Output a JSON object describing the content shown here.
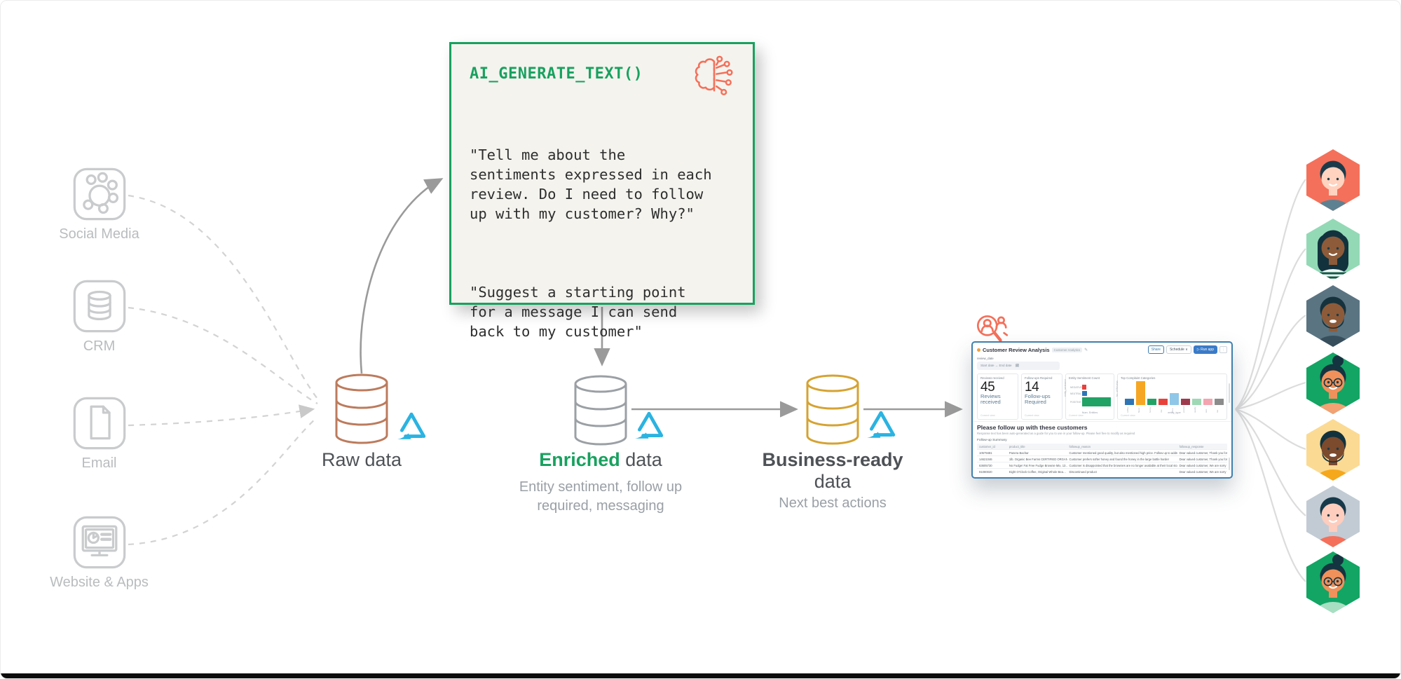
{
  "colors": {
    "green": "#18A15F",
    "coral": "#F4705A",
    "teal_logo": "#2BB3E1",
    "raw_cylinder": "#BC7B5C",
    "enriched_cylinder": "#9BA0A5",
    "business_cylinder": "#D5A333",
    "wire_solid": "#9A9A9A",
    "wire_dashed": "#D3D3D3",
    "fan": "#DCDCDC",
    "box_bg": "#F4F3EE"
  },
  "sources": [
    {
      "label": "Social Media",
      "icon": "social-media-icon"
    },
    {
      "label": "CRM",
      "icon": "crm-database-icon"
    },
    {
      "label": "Email",
      "icon": "email-document-icon"
    },
    {
      "label": "Website & Apps",
      "icon": "website-apps-icon"
    }
  ],
  "raw": {
    "label": "Raw data"
  },
  "ai_box": {
    "title": "AI_GENERATE_TEXT()",
    "para1": "\"Tell me about the\nsentiments expressed in each\nreview. Do I need to follow\nup with my customer? Why?\"",
    "para2": "\"Suggest a starting point\nfor a message I can send\nback to my customer\"",
    "icon": "ai-brain-circuit-icon"
  },
  "enriched": {
    "label_highlight": "Enriched",
    "label_rest": " data",
    "subtitle": "Entity sentiment, follow up\nrequired, messaging"
  },
  "business": {
    "label_line1": "Business-ready",
    "label_line2": "data",
    "subtitle": "Next best actions"
  },
  "dashboard": {
    "title": "Customer Review Analysis",
    "badge": "Customer Analytics",
    "pencil": "✎",
    "buttons": {
      "share": "Share",
      "schedule": "Schedule ∨",
      "run": "▷ Run app",
      "more": "⋮"
    },
    "filter": {
      "label": "review_date",
      "value": "Start date   →   End date",
      "calendar_icon": "🗓"
    },
    "cards": [
      {
        "header": "Reviews received",
        "metric": "45",
        "label": "Reviews received",
        "footer": "Current view"
      },
      {
        "header": "Follow-ups Required",
        "metric": "14",
        "label": "Follow-ups Required",
        "footer": "Current view"
      },
      {
        "header": "Entity Sentiment Count",
        "footer": "Current view"
      },
      {
        "header": "Top Complaint Categories",
        "footer": "Current view"
      }
    ],
    "follow_up": {
      "heading": "Please follow up with these customers",
      "subtitle": "Response text has been auto-generated as a guide for you to use in your follow-up. Please feel free to modify as required",
      "table_label": "Follow-up Summary",
      "columns": [
        "customer_id",
        "product_title",
        "followup_reason",
        "followup_response"
      ],
      "rows": [
        [
          "10579481",
          "Panera Bachar",
          "Customer mentioned good quality, but also mentioned high price. Follow up to address pricing concerns.",
          "Dear valued customer, Thank you for bringing…"
        ],
        [
          "14621046",
          "1lb. Organic Bee Farms CERTIFIED ORGANIC…",
          "Customer prefers softer honey and found the honey in the large bottle harder",
          "Dear valued customer, Thank you for bringing…"
        ],
        [
          "63605730",
          "No Fudge! Fat Free Fudge Brownie Mix, 13…",
          "Customer is disappointed that the brownies are no longer available at their local stores",
          "Dear valued customer, We are sorry to hear tha…"
        ],
        [
          "91080020",
          "Eight O'Clock Coffee, Original Whole Bea…",
          "Discontinued product",
          "Dear valued customer, We are sorry to hear tha…"
        ]
      ]
    }
  },
  "chart_data": [
    {
      "type": "bar",
      "orientation": "horizontal",
      "title": "Entity Sentiment Count",
      "categories": [
        "NEGATIVE",
        "NEUTRAL",
        "POSITIVE"
      ],
      "values": [
        5,
        6,
        34
      ],
      "colors": [
        "#E8413C",
        "#2E75B6",
        "#21A366"
      ],
      "xlabel": "Num. Entities",
      "ylabel": "entity_sentiment",
      "xlim": [
        0,
        35
      ]
    },
    {
      "type": "bar",
      "title": "Top Complaint Categories",
      "categories": [
        "coffee",
        "flavor",
        "honey",
        "mix",
        "price",
        "product",
        "quality",
        "size",
        "tea"
      ],
      "values": [
        1,
        4,
        1,
        1,
        2,
        1,
        1,
        1,
        1
      ],
      "colors": [
        "#2E75B6",
        "#F5A623",
        "#21A366",
        "#E8413C",
        "#8FC7E8",
        "#9E3A4D",
        "#9FD8B4",
        "#F4A3B0",
        "#8C8C8C"
      ],
      "xlabel": "entity_type",
      "ylabel": "No. of Reviews",
      "ylim": [
        0,
        4
      ]
    }
  ],
  "avatars": [
    {
      "bg": "#F4705A",
      "skin": "#FFD3BF",
      "hair": "#1C3B4A",
      "shirt": "#5E8191",
      "beard": false,
      "glasses": false,
      "bun": false,
      "long_hair": false
    },
    {
      "bg": "#93D9B6",
      "skin": "#8D5B39",
      "hair": "#12323E",
      "shirt": "#EDf7F1",
      "beard": false,
      "glasses": false,
      "bun": false,
      "long_hair": true
    },
    {
      "bg": "#5A7482",
      "skin": "#8D5B39",
      "hair": "#16323C",
      "shirt": "#374F5C",
      "beard": true,
      "glasses": false,
      "bun": false,
      "long_hair": false
    },
    {
      "bg": "#12A564",
      "skin": "#F0915B",
      "hair": "#143441",
      "shirt": "#F2A273",
      "beard": false,
      "glasses": true,
      "bun": true,
      "long_hair": false
    },
    {
      "bg": "#FBDA93",
      "skin": "#7C4A2D",
      "hair": "#12323E",
      "shirt": "#F5A81C",
      "beard": true,
      "glasses": false,
      "bun": false,
      "long_hair": false
    },
    {
      "bg": "#C2CBD4",
      "skin": "#FFCDBE",
      "hair": "#17394A",
      "shirt": "#F4705A",
      "beard": false,
      "glasses": false,
      "bun": false,
      "long_hair": false
    },
    {
      "bg": "#12A564",
      "skin": "#F0915B",
      "hair": "#143441",
      "shirt": "#A8DFC3",
      "beard": false,
      "glasses": true,
      "bun": true,
      "long_hair": false
    }
  ]
}
